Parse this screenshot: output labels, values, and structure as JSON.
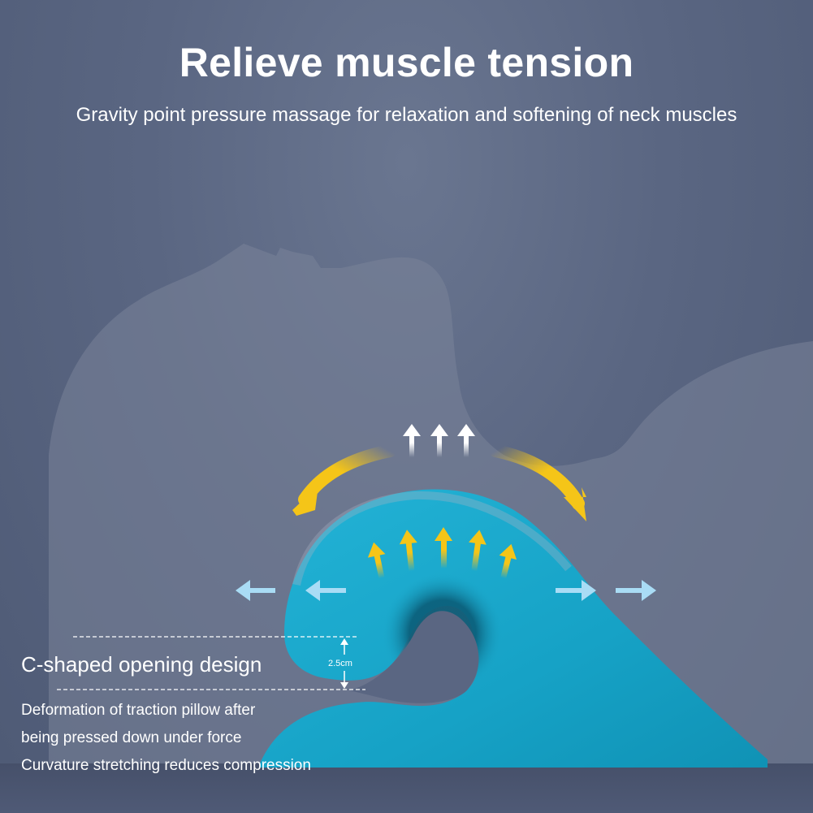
{
  "header": {
    "title": "Relieve muscle tension",
    "subtitle": "Gravity point pressure massage for relaxation and softening of neck muscles"
  },
  "feature": {
    "heading": "C-shaped opening design",
    "lines": [
      "Deformation of traction pillow after",
      "being pressed down under force",
      "Curvature stretching reduces compression"
    ],
    "dimension_label": "2.5cm"
  },
  "colors": {
    "background": "#5a6682",
    "silhouette": "#7a8499",
    "pillow": "#1aa9cc",
    "pillow_dark": "#0b6f8c",
    "arrow_yellow": "#f5c518",
    "arrow_light_blue": "#a9dcf5",
    "arrow_white": "#ffffff",
    "text": "#ffffff"
  },
  "icons": {
    "up_arrows": "white-up-arrow-icon x3",
    "curved_arrows": "yellow-curved-arrow-icon x2",
    "pressure_arrows": "yellow-up-arrow-icon x5",
    "side_arrows": "light-blue-horizontal-arrow-icon x4"
  }
}
